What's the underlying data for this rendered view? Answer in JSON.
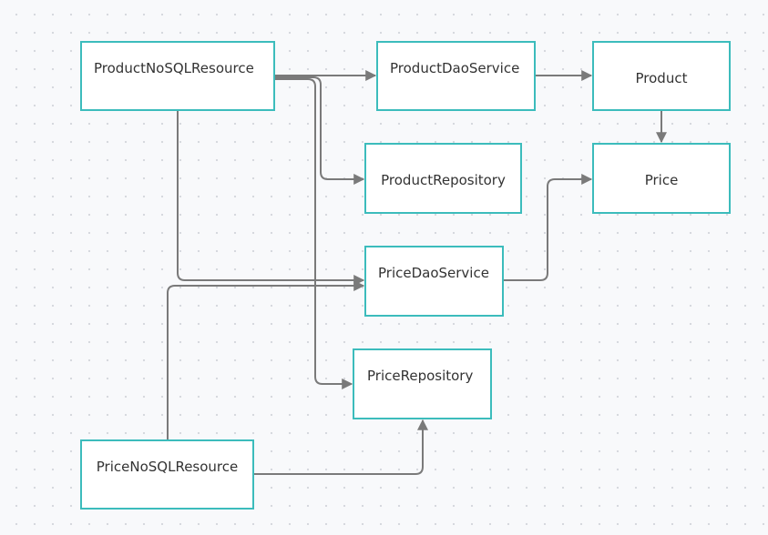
{
  "diagram": {
    "nodes": {
      "product_nosql_resource": "ProductNoSQLResource",
      "product_dao_service": "ProductDaoService",
      "product": "Product",
      "product_repository": "ProductRepository",
      "price": "Price",
      "price_dao_service": "PriceDaoService",
      "price_repository": "PriceRepository",
      "price_nosql_resource": "PriceNoSQLResource"
    },
    "edges": [
      {
        "from": "ProductNoSQLResource",
        "to": "ProductDaoService"
      },
      {
        "from": "ProductNoSQLResource",
        "to": "ProductRepository"
      },
      {
        "from": "ProductNoSQLResource",
        "to": "PriceDaoService"
      },
      {
        "from": "ProductNoSQLResource",
        "to": "PriceRepository"
      },
      {
        "from": "ProductDaoService",
        "to": "Product"
      },
      {
        "from": "Product",
        "to": "Price"
      },
      {
        "from": "PriceDaoService",
        "to": "Price"
      },
      {
        "from": "PriceNoSQLResource",
        "to": "PriceDaoService"
      },
      {
        "from": "PriceNoSQLResource",
        "to": "PriceRepository"
      }
    ],
    "colors": {
      "node_border": "#3cbcbc",
      "edge": "#7a7a7a",
      "background": "#f8f9fb"
    }
  }
}
